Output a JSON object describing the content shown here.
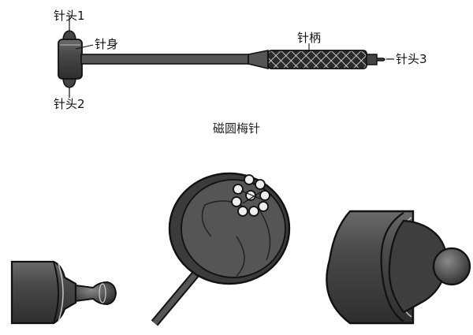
{
  "labels": {
    "tip1": "针头1",
    "body": "针身",
    "handle": "针柄",
    "tip3": "针头3",
    "tip2": "针头2"
  },
  "caption": "磁圆梅针",
  "colors": {
    "ink": "#111111",
    "dark_fill": "#3b3b3b",
    "mid_fill": "#5a5a5a",
    "light_fill": "#7a7a7a",
    "highlight": "#bfbfbf"
  }
}
